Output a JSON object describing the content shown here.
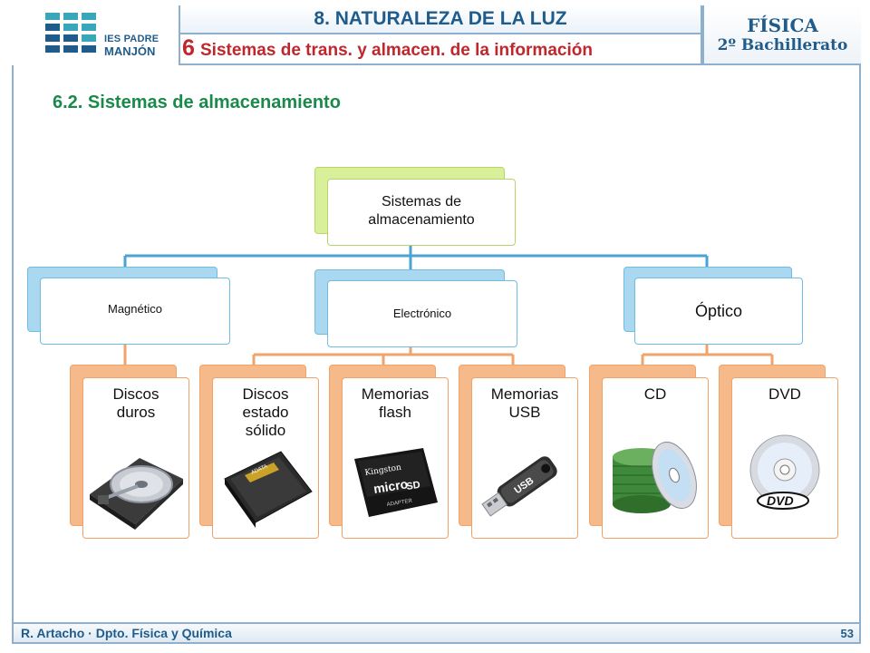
{
  "header": {
    "school_line1": "IES PADRE",
    "school_line2": "MANJÓN",
    "unit_title": "8. NATURALEZA DE LA LUZ",
    "subunit_number": "6",
    "subunit_title": "Sistemas de trans. y almacen. de la información",
    "subject": "FÍSICA",
    "course": "2º Bachillerato",
    "brand_color": "#1f5c8b",
    "accent_red": "#c0272d"
  },
  "section_title": "6.2. Sistemas de almacenamiento",
  "diagram": {
    "root": "Sistemas de almacenamiento",
    "categories": [
      {
        "label": "Magnético",
        "children": [
          {
            "label": "Discos duros",
            "image": "hard-disk-drive"
          }
        ]
      },
      {
        "label": "Electrónico",
        "children": [
          {
            "label": "Discos estado sólido",
            "image": "ssd"
          },
          {
            "label": "Memorias flash",
            "image": "micro-sd-card"
          },
          {
            "label": "Memorias USB",
            "image": "usb-stick"
          }
        ]
      },
      {
        "label": "Óptico",
        "children": [
          {
            "label": "CD",
            "image": "cd-stack"
          },
          {
            "label": "DVD",
            "image": "dvd"
          }
        ]
      }
    ],
    "image_texts": {
      "ssd_brand": "ADATA",
      "sd_brand": "Kingston",
      "sd_name": "micro",
      "sd_type": "SD",
      "sd_adapter": "ADAPTER",
      "usb_text": "USB",
      "dvd_logo": "DVD"
    },
    "colors": {
      "root_back": "#d9ef9a",
      "root_border": "#b8d56a",
      "cat_back": "#a9d8f0",
      "cat_border": "#6fbde2",
      "leaf_back": "#f6b98a",
      "leaf_border": "#f0a36a",
      "line_blue": "#4aa3d0",
      "line_orange": "#f0a36a"
    }
  },
  "footer": {
    "author": "R. Artacho · Dpto. Física y Química",
    "page": "53"
  }
}
